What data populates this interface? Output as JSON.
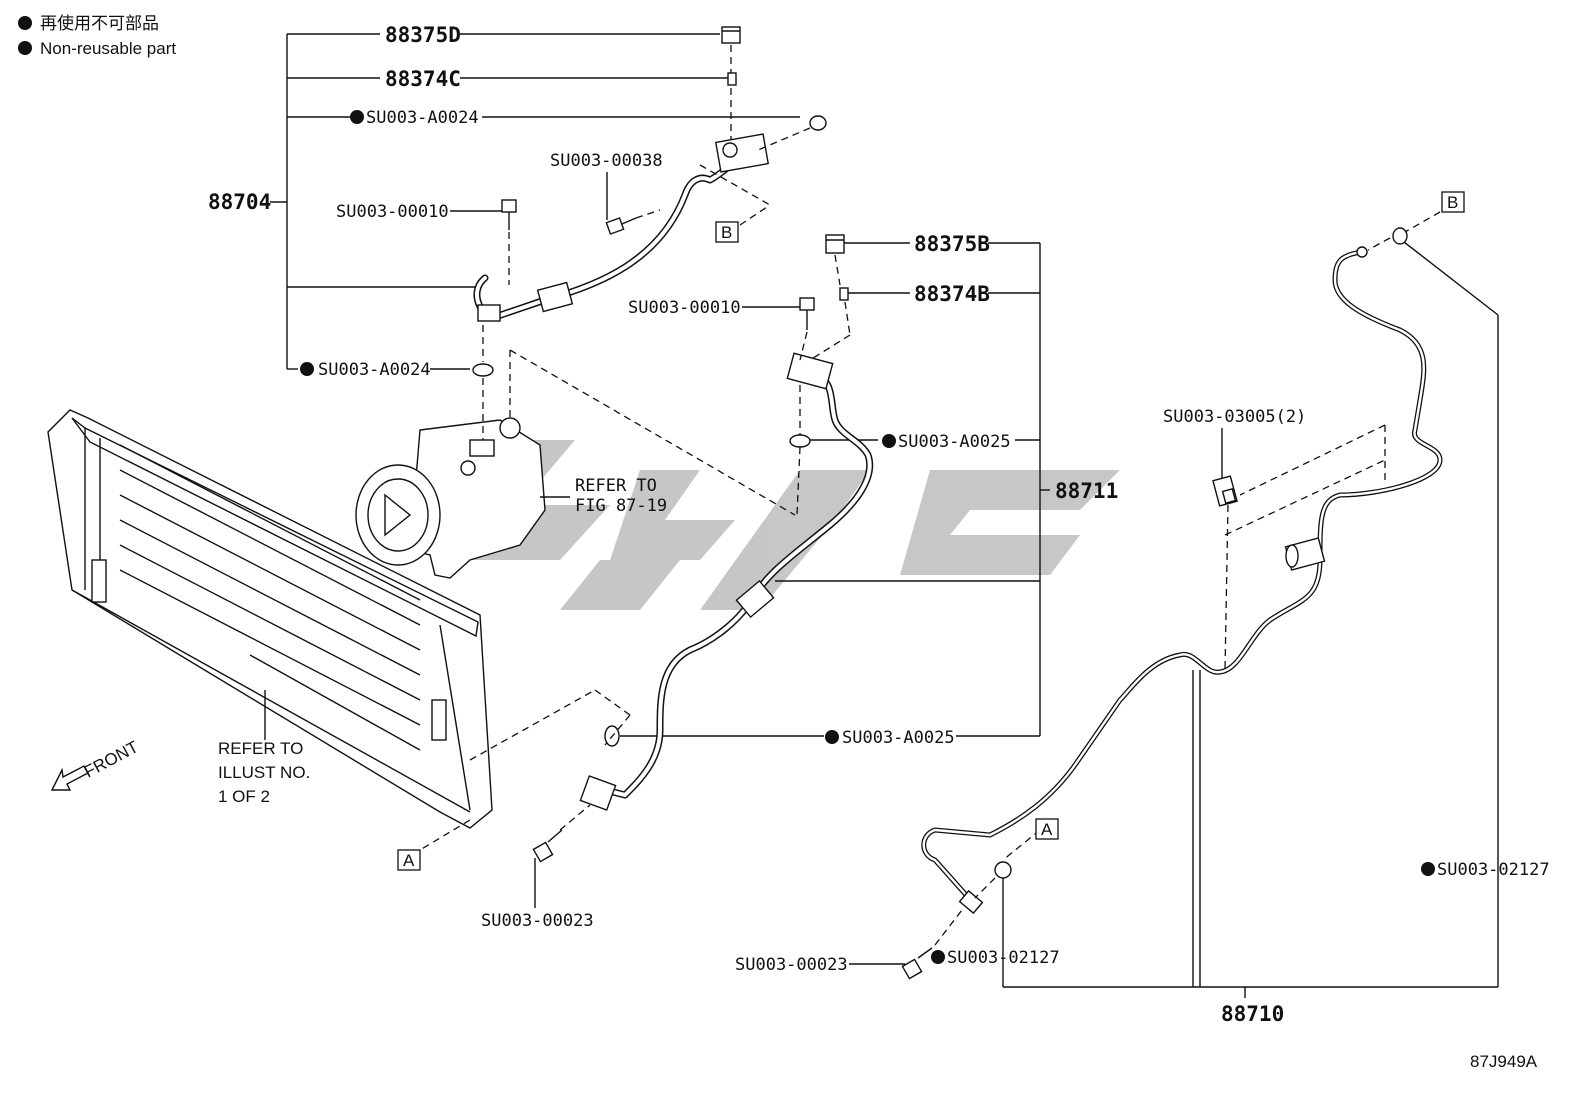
{
  "legend": {
    "line1": "再使用不可部品",
    "line2": "Non-reusable part"
  },
  "parts": {
    "p88375D": "88375D",
    "p88374C": "88374C",
    "p88704": "88704",
    "p88375B": "88375B",
    "p88374B": "88374B",
    "p88711": "88711",
    "p88710": "88710",
    "su_a0024_top": "SU003-A0024",
    "su_a0024_bottom": "SU003-A0024",
    "su_00038": "SU003-00038",
    "su_00010_left": "SU003-00010",
    "su_00010_mid": "SU003-00010",
    "su_a0025_top": "SU003-A0025",
    "su_a0025_bottom": "SU003-A0025",
    "su_03005": "SU003-03005(2)",
    "su_02127_right": "SU003-02127",
    "su_02127_bottom": "SU003-02127",
    "su_00023_left": "SU003-00023",
    "su_00023_right": "SU003-00023"
  },
  "notes": {
    "refer_fig_1": "REFER TO",
    "refer_fig_2": "FIG 87-19",
    "refer_illust_1": "REFER TO",
    "refer_illust_2": "ILLUST NO.",
    "refer_illust_3": "1 OF 2",
    "front": "FRONT"
  },
  "ref_markers": {
    "a": "A",
    "b": "B"
  },
  "figure_id": "87J949A",
  "colors": {
    "line": "#111111",
    "watermark": "#c4c4c4"
  }
}
